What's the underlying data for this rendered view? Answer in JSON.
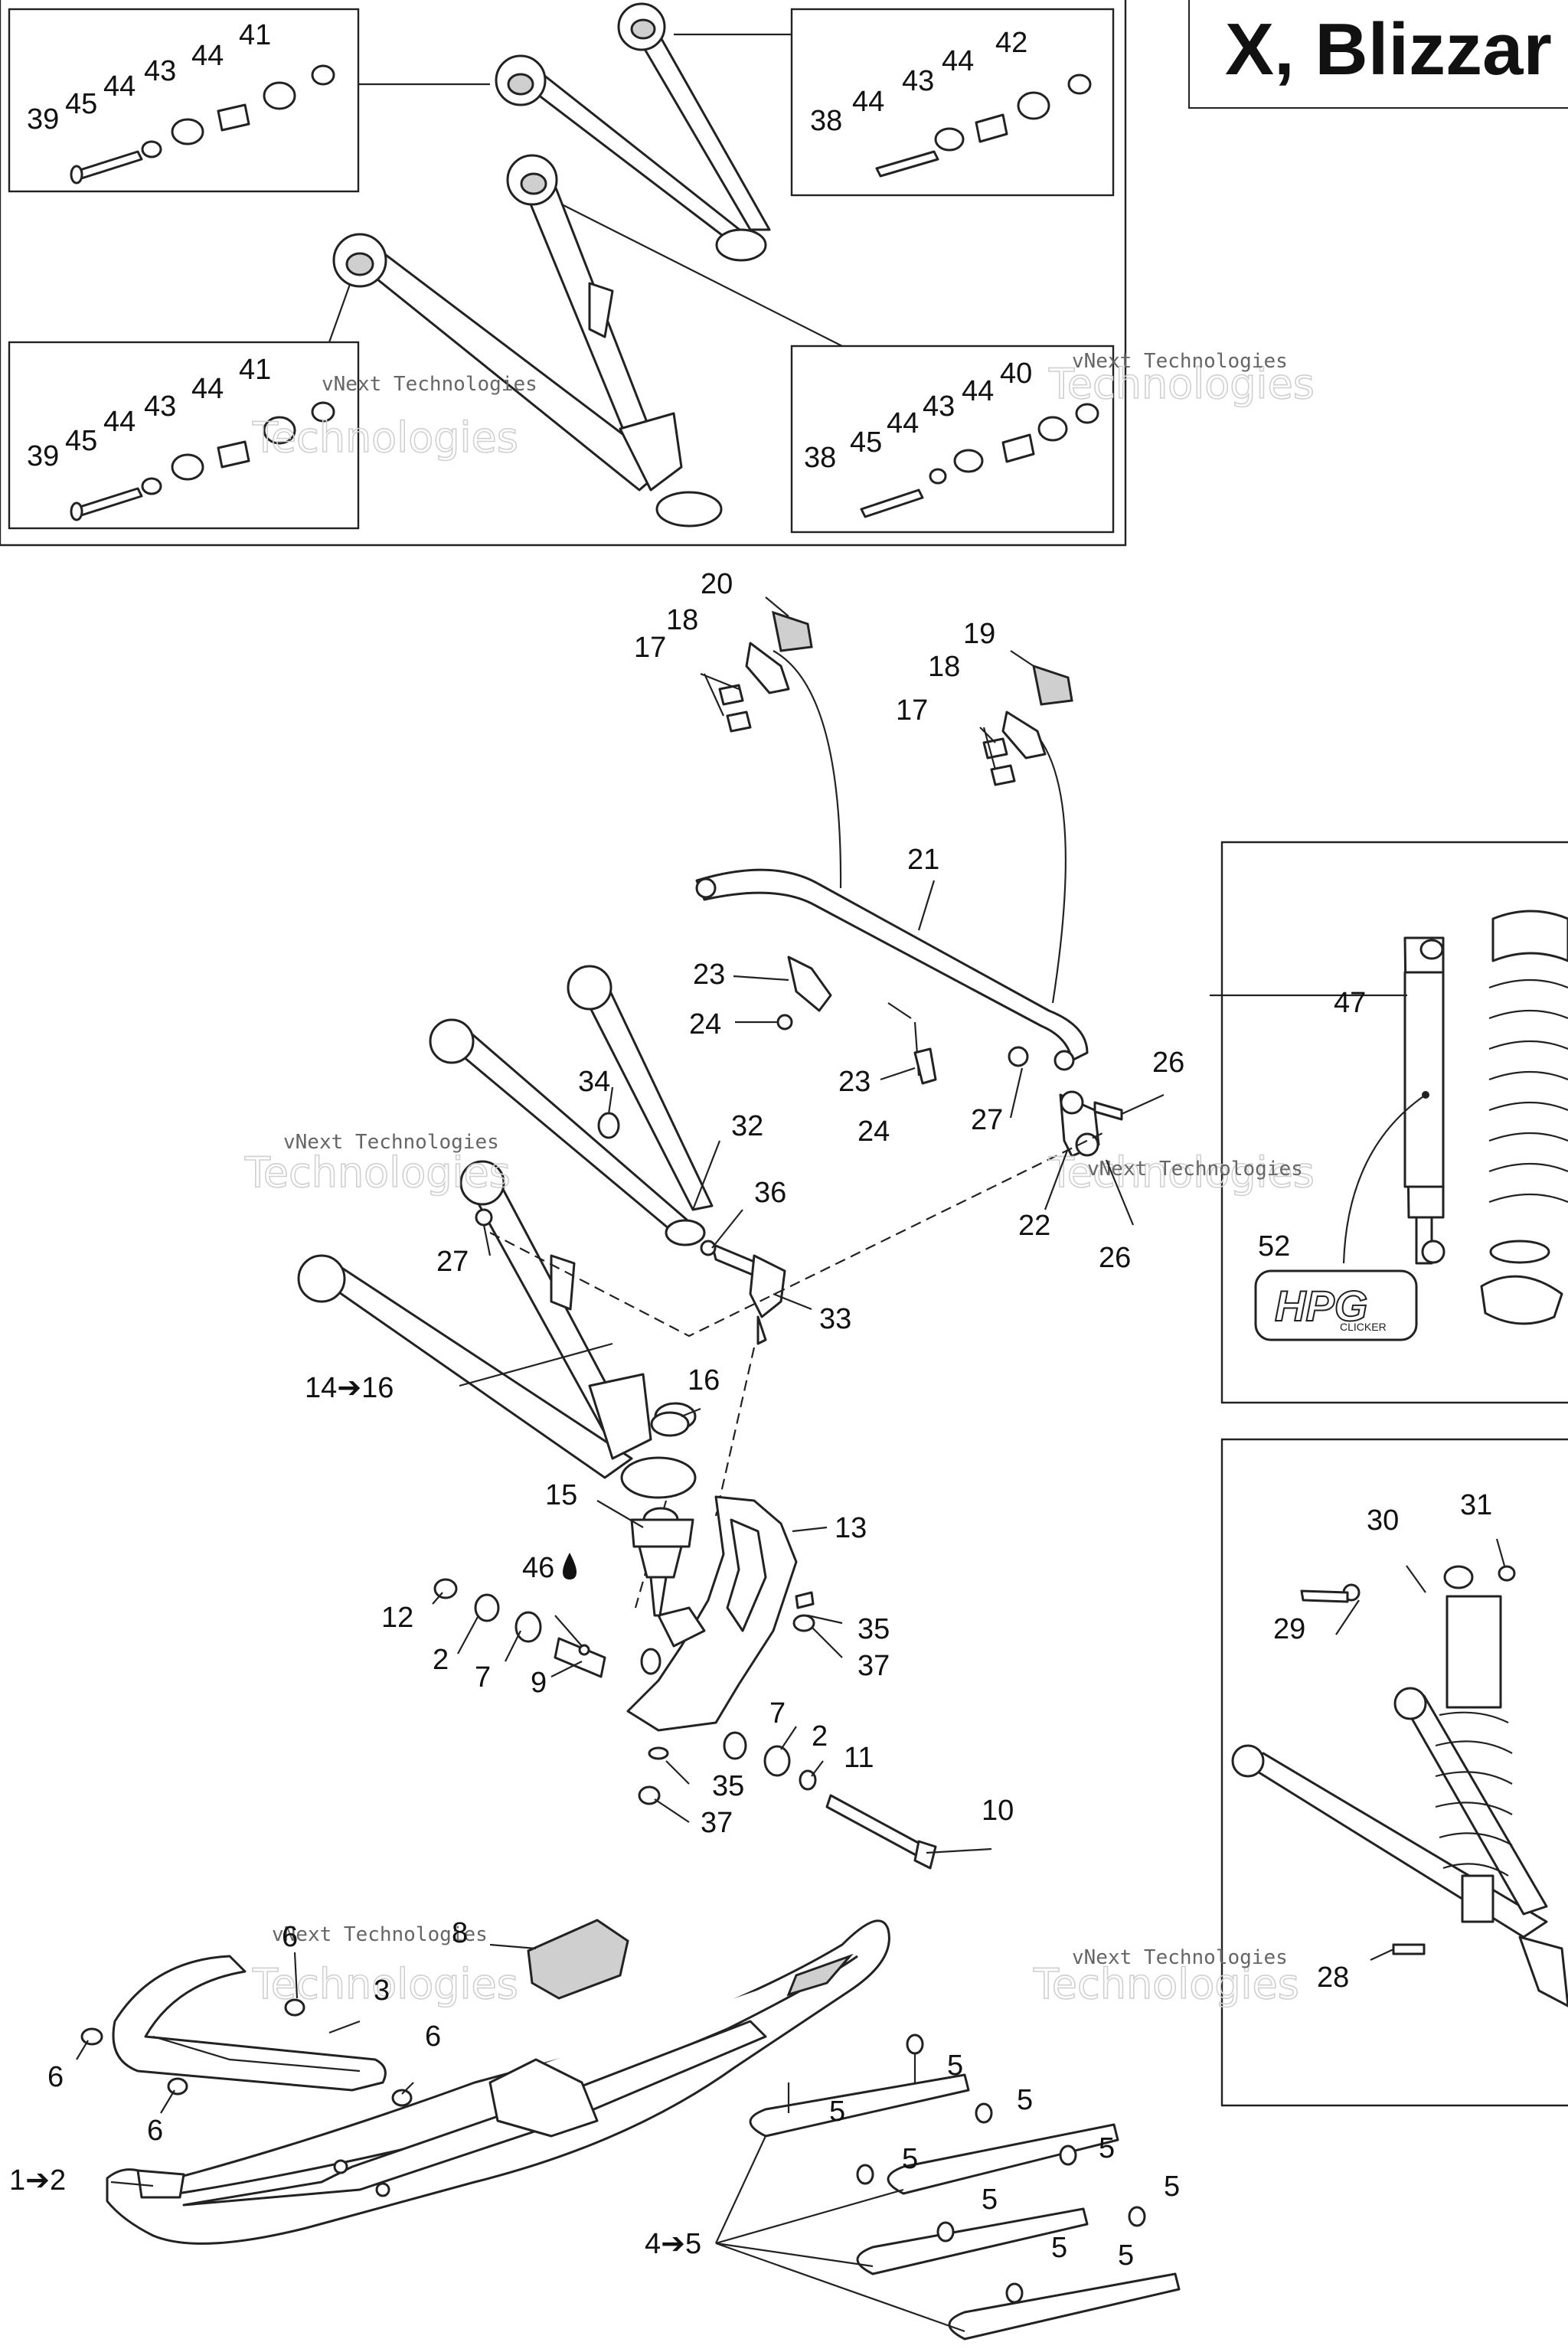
{
  "title": "X, Blizzar",
  "watermark": {
    "line1": "vNext Technologies",
    "line2": "Technologies"
  },
  "callouts": [
    {
      "id": "c41a",
      "text": "41"
    },
    {
      "id": "c44a",
      "text": "44"
    },
    {
      "id": "c43a",
      "text": "43"
    },
    {
      "id": "c44b",
      "text": "44"
    },
    {
      "id": "c45a",
      "text": "45"
    },
    {
      "id": "c39a",
      "text": "39"
    },
    {
      "id": "c42",
      "text": "42"
    },
    {
      "id": "c44c",
      "text": "44"
    },
    {
      "id": "c43b",
      "text": "43"
    },
    {
      "id": "c44d",
      "text": "44"
    },
    {
      "id": "c38a",
      "text": "38"
    },
    {
      "id": "c41b",
      "text": "41"
    },
    {
      "id": "c44e",
      "text": "44"
    },
    {
      "id": "c43c",
      "text": "43"
    },
    {
      "id": "c44f",
      "text": "44"
    },
    {
      "id": "c45b",
      "text": "45"
    },
    {
      "id": "c39b",
      "text": "39"
    },
    {
      "id": "c40",
      "text": "40"
    },
    {
      "id": "c44g",
      "text": "44"
    },
    {
      "id": "c43d",
      "text": "43"
    },
    {
      "id": "c44h",
      "text": "44"
    },
    {
      "id": "c45c",
      "text": "45"
    },
    {
      "id": "c38b",
      "text": "38"
    },
    {
      "id": "c20",
      "text": "20"
    },
    {
      "id": "c18a",
      "text": "18"
    },
    {
      "id": "c17a",
      "text": "17"
    },
    {
      "id": "c19",
      "text": "19"
    },
    {
      "id": "c18b",
      "text": "18"
    },
    {
      "id": "c17b",
      "text": "17"
    },
    {
      "id": "c21",
      "text": "21"
    },
    {
      "id": "c23a",
      "text": "23"
    },
    {
      "id": "c24a",
      "text": "24"
    },
    {
      "id": "c23b",
      "text": "23"
    },
    {
      "id": "c24b",
      "text": "24"
    },
    {
      "id": "c27a",
      "text": "27"
    },
    {
      "id": "c26a",
      "text": "26"
    },
    {
      "id": "c22",
      "text": "22"
    },
    {
      "id": "c26b",
      "text": "26"
    },
    {
      "id": "c34",
      "text": "34"
    },
    {
      "id": "c32",
      "text": "32"
    },
    {
      "id": "c36",
      "text": "36"
    },
    {
      "id": "c27b",
      "text": "27"
    },
    {
      "id": "c33",
      "text": "33"
    },
    {
      "id": "c14",
      "text": "14➔16"
    },
    {
      "id": "c16",
      "text": "16"
    },
    {
      "id": "c15",
      "text": "15"
    },
    {
      "id": "c13",
      "text": "13"
    },
    {
      "id": "c46",
      "text": "46"
    },
    {
      "id": "c12",
      "text": "12"
    },
    {
      "id": "c2a",
      "text": "2"
    },
    {
      "id": "c7a",
      "text": "7"
    },
    {
      "id": "c9",
      "text": "9"
    },
    {
      "id": "c35a",
      "text": "35"
    },
    {
      "id": "c37a",
      "text": "37"
    },
    {
      "id": "c7b",
      "text": "7"
    },
    {
      "id": "c2b",
      "text": "2"
    },
    {
      "id": "c11",
      "text": "11"
    },
    {
      "id": "c35b",
      "text": "35"
    },
    {
      "id": "c37b",
      "text": "37"
    },
    {
      "id": "c10",
      "text": "10"
    },
    {
      "id": "c8",
      "text": "8"
    },
    {
      "id": "c6a",
      "text": "6"
    },
    {
      "id": "c3",
      "text": "3"
    },
    {
      "id": "c6b",
      "text": "6"
    },
    {
      "id": "c6c",
      "text": "6"
    },
    {
      "id": "c6d",
      "text": "6"
    },
    {
      "id": "c1",
      "text": "1➔2"
    },
    {
      "id": "c4",
      "text": "4➔5"
    },
    {
      "id": "c5a",
      "text": "5"
    },
    {
      "id": "c5b",
      "text": "5"
    },
    {
      "id": "c5c",
      "text": "5"
    },
    {
      "id": "c5d",
      "text": "5"
    },
    {
      "id": "c5e",
      "text": "5"
    },
    {
      "id": "c5f",
      "text": "5"
    },
    {
      "id": "c5g",
      "text": "5"
    },
    {
      "id": "c5h",
      "text": "5"
    },
    {
      "id": "c5i",
      "text": "5"
    },
    {
      "id": "c47",
      "text": "47"
    },
    {
      "id": "c52",
      "text": "52"
    },
    {
      "id": "c30",
      "text": "30"
    },
    {
      "id": "c31",
      "text": "31"
    },
    {
      "id": "c29",
      "text": "29"
    },
    {
      "id": "c28",
      "text": "28"
    }
  ],
  "shock_badge": {
    "logo": "HPG",
    "subtitle": "CLICKER"
  }
}
